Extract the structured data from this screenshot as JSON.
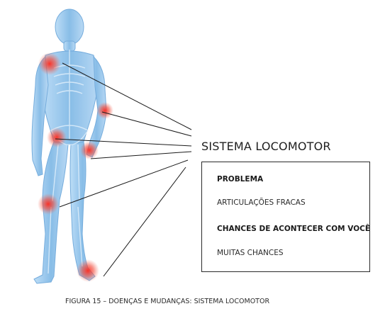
{
  "system_title": "SISTEMA LOCOMOTOR",
  "box": {
    "problem_label": "PROBLEMA",
    "problem_value": "ARTICULAÇÕES FRACAS",
    "chance_label": "CHANCES DE ACONTECER COM VOCÊ",
    "chance_value": "MUITAS CHANCES"
  },
  "caption": "FIGURA 15 – DOENÇAS E MUDANÇAS: SISTEMA LOCOMOTOR",
  "colors": {
    "body": "#8cc2ec",
    "body_dark": "#5f9fd6",
    "highlight": "#e8322e",
    "text": "#222222",
    "line": "#1a1a1a"
  }
}
